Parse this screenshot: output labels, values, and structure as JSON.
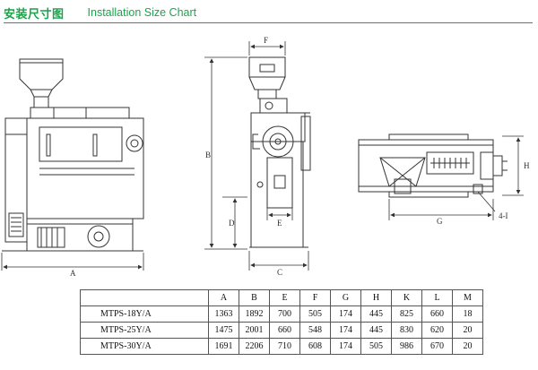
{
  "header": {
    "title_cn": "安装尺寸图",
    "title_en": "Installation Size Chart"
  },
  "colors": {
    "accent": "#1aa34a",
    "line": "#333333"
  },
  "drawings": {
    "front_label": "A",
    "side_labels": {
      "top": "F",
      "height": "B",
      "inner": "D",
      "middle": "E",
      "bottom": "C"
    },
    "plan_labels": {
      "height": "H",
      "width": "G",
      "bolt": "4-I"
    }
  },
  "table": {
    "headers": [
      "",
      "A",
      "B",
      "E",
      "F",
      "G",
      "H",
      "K",
      "L",
      "M"
    ],
    "rows": [
      [
        "MTPS-18Y/A",
        "1363",
        "1892",
        "700",
        "505",
        "174",
        "445",
        "825",
        "660",
        "18"
      ],
      [
        "MTPS-25Y/A",
        "1475",
        "2001",
        "660",
        "548",
        "174",
        "445",
        "830",
        "620",
        "20"
      ],
      [
        "MTPS-30Y/A",
        "1691",
        "2206",
        "710",
        "608",
        "174",
        "505",
        "986",
        "670",
        "20"
      ]
    ]
  }
}
